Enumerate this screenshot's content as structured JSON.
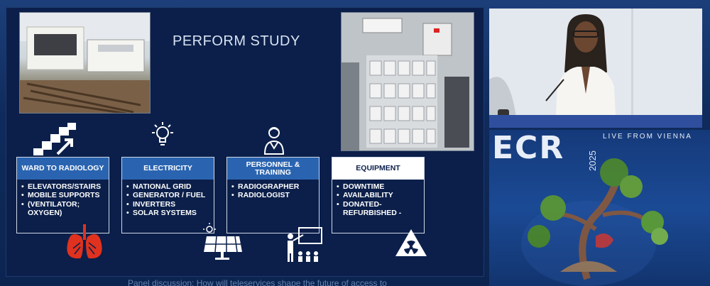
{
  "slide": {
    "title": "PERFORM STUDY",
    "cards": [
      {
        "header": "WARD TO RADIOLOGY",
        "items": [
          "ELEVATORS/STAIRS",
          "MOBILE SUPPORTS",
          "(VENTILATOR; OXYGEN)"
        ]
      },
      {
        "header": "ELECTRICITY",
        "items": [
          "NATIONAL GRID",
          "GENERATOR / FUEL",
          "INVERTERS",
          "SOLAR SYSTEMS"
        ]
      },
      {
        "header": "PERSONNEL & TRAINING",
        "items": [
          "RADIOGRAPHER",
          "RADIOLOGIST"
        ]
      },
      {
        "header": "EQUIPMENT",
        "items": [
          "DOWNTIME",
          "AVAILABILITY",
          "DONATED-REFURBISHED -"
        ]
      }
    ]
  },
  "banner": {
    "logo": "ECR",
    "year": "2025",
    "tagline": "LIVE FROM VIENNA"
  },
  "caption": "Panel discussion: How will teleservices shape the future of access to",
  "colors": {
    "slide_bg": "#0b1f4a",
    "card_header_blue": "#2a64b0",
    "accent_red": "#e0321e",
    "banner_blue": "#1b4a95"
  }
}
